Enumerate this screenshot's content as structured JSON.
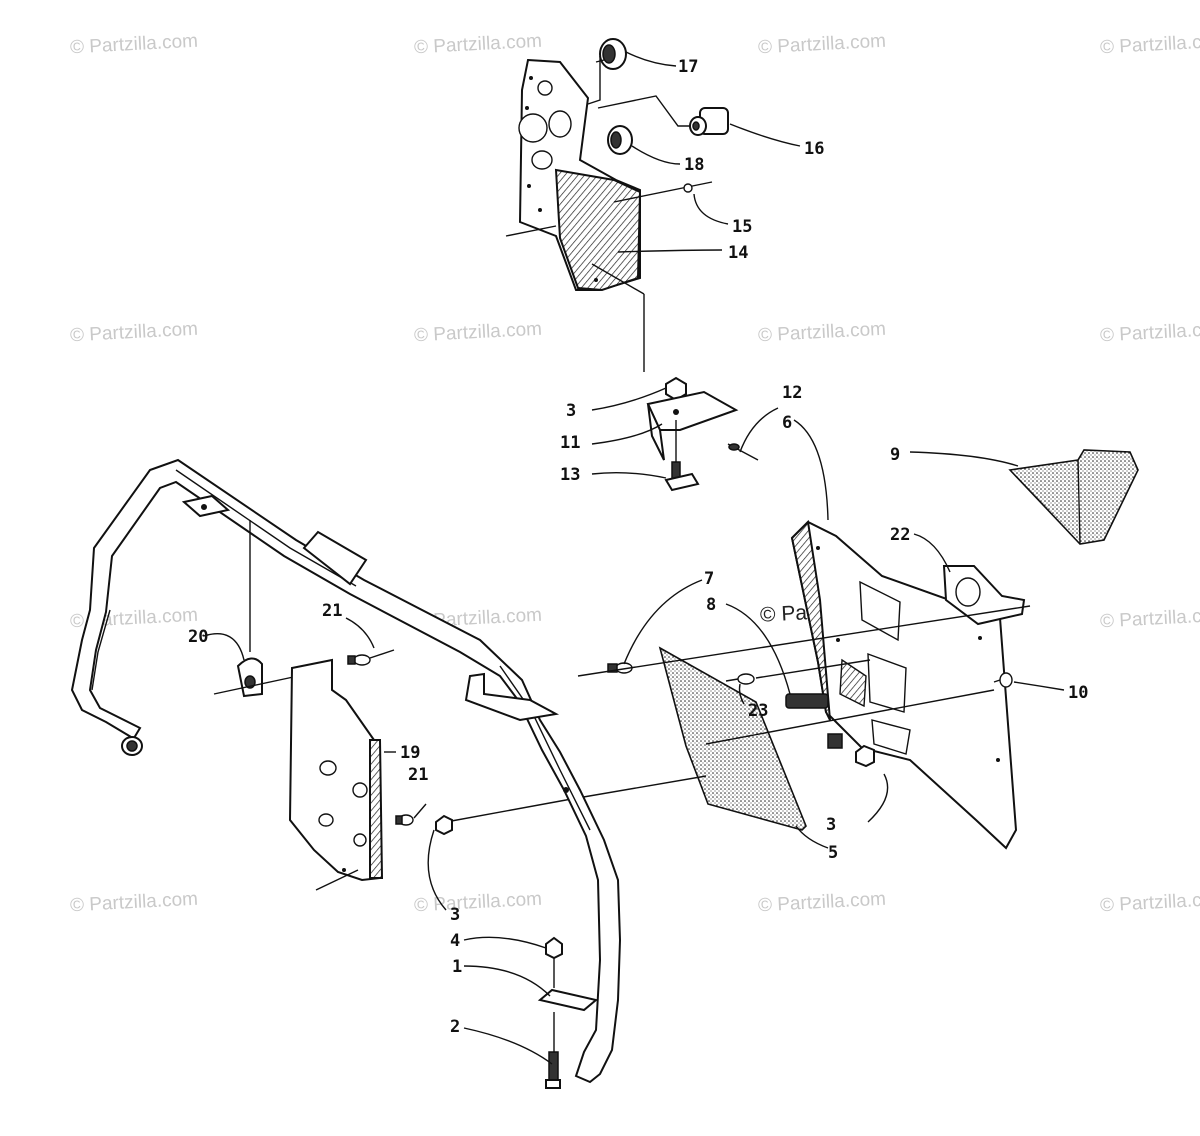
{
  "watermark": {
    "text": "© Partzilla.com",
    "count": 16
  },
  "center_watermark": "© Partzilla.com",
  "callouts": [
    {
      "id": "c17",
      "label": "17"
    },
    {
      "id": "c16",
      "label": "16"
    },
    {
      "id": "c18",
      "label": "18"
    },
    {
      "id": "c15",
      "label": "15"
    },
    {
      "id": "c14",
      "label": "14"
    },
    {
      "id": "c3a",
      "label": "3"
    },
    {
      "id": "c11",
      "label": "11"
    },
    {
      "id": "c12",
      "label": "12"
    },
    {
      "id": "c13",
      "label": "13"
    },
    {
      "id": "c6",
      "label": "6"
    },
    {
      "id": "c9",
      "label": "9"
    },
    {
      "id": "c22",
      "label": "22"
    },
    {
      "id": "c7",
      "label": "7"
    },
    {
      "id": "c8",
      "label": "8"
    },
    {
      "id": "c23",
      "label": "23"
    },
    {
      "id": "c10",
      "label": "10"
    },
    {
      "id": "c21a",
      "label": "21"
    },
    {
      "id": "c20",
      "label": "20"
    },
    {
      "id": "c19",
      "label": "19"
    },
    {
      "id": "c21b",
      "label": "21"
    },
    {
      "id": "c3b",
      "label": "3"
    },
    {
      "id": "c5",
      "label": "5"
    },
    {
      "id": "c3c",
      "label": "3"
    },
    {
      "id": "c4",
      "label": "4"
    },
    {
      "id": "c1",
      "label": "1"
    },
    {
      "id": "c2",
      "label": "2"
    }
  ]
}
